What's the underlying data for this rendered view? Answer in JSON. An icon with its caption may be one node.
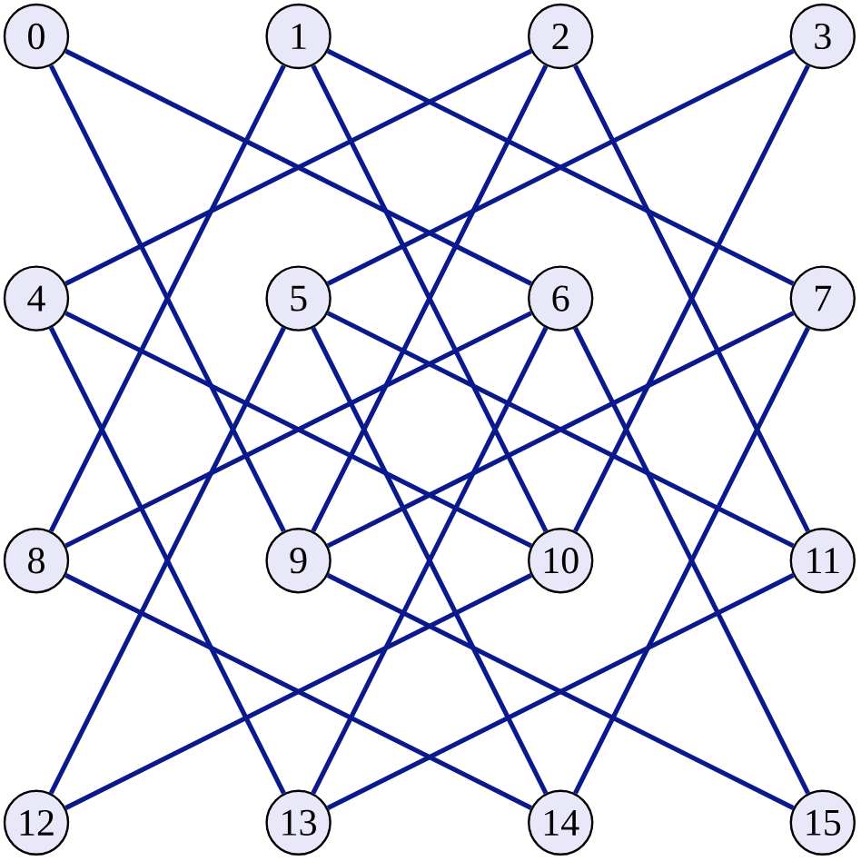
{
  "diagram": {
    "nodes": [
      {
        "text": [
          "0"
        ]
      },
      {
        "text": [
          "1"
        ]
      },
      {
        "text": [
          "2"
        ]
      },
      {
        "text": [
          "3"
        ]
      },
      {
        "text": [
          "4"
        ]
      },
      {
        "text": [
          "5"
        ]
      },
      {
        "text": [
          "6"
        ]
      },
      {
        "text": [
          "7"
        ]
      },
      {
        "text": [
          "8"
        ]
      },
      {
        "text": [
          "9"
        ]
      },
      {
        "text": [
          "10"
        ]
      },
      {
        "text": [
          "11"
        ]
      },
      {
        "text": [
          "12"
        ]
      },
      {
        "text": [
          "13"
        ]
      },
      {
        "text": [
          "14"
        ]
      },
      {
        "text": [
          "15"
        ]
      }
    ],
    "edges": [
      {
        "from": 0,
        "to": 6,
        "arrow": "none"
      },
      {
        "from": 0,
        "to": 9,
        "arrow": "none"
      },
      {
        "from": 1,
        "to": 7,
        "arrow": "none"
      },
      {
        "from": 1,
        "to": 8,
        "arrow": "none"
      },
      {
        "from": 1,
        "to": 10,
        "arrow": "none"
      },
      {
        "from": 2,
        "to": 4,
        "arrow": "none"
      },
      {
        "from": 2,
        "to": 9,
        "arrow": "none"
      },
      {
        "from": 2,
        "to": 11,
        "arrow": "none"
      },
      {
        "from": 3,
        "to": 5,
        "arrow": "none"
      },
      {
        "from": 3,
        "to": 10,
        "arrow": "none"
      },
      {
        "from": 4,
        "to": 10,
        "arrow": "none"
      },
      {
        "from": 4,
        "to": 13,
        "arrow": "none"
      },
      {
        "from": 5,
        "to": 11,
        "arrow": "none"
      },
      {
        "from": 5,
        "to": 12,
        "arrow": "none"
      },
      {
        "from": 5,
        "to": 14,
        "arrow": "none"
      },
      {
        "from": 6,
        "to": 8,
        "arrow": "none"
      },
      {
        "from": 6,
        "to": 13,
        "arrow": "none"
      },
      {
        "from": 6,
        "to": 15,
        "arrow": "none"
      },
      {
        "from": 7,
        "to": 9,
        "arrow": "none"
      },
      {
        "from": 7,
        "to": 14,
        "arrow": "none"
      },
      {
        "from": 8,
        "to": 14,
        "arrow": "none"
      },
      {
        "from": 9,
        "to": 15,
        "arrow": "none"
      },
      {
        "from": 10,
        "to": 12,
        "arrow": "none"
      },
      {
        "from": 11,
        "to": 13,
        "arrow": "none"
      }
    ]
  }
}
